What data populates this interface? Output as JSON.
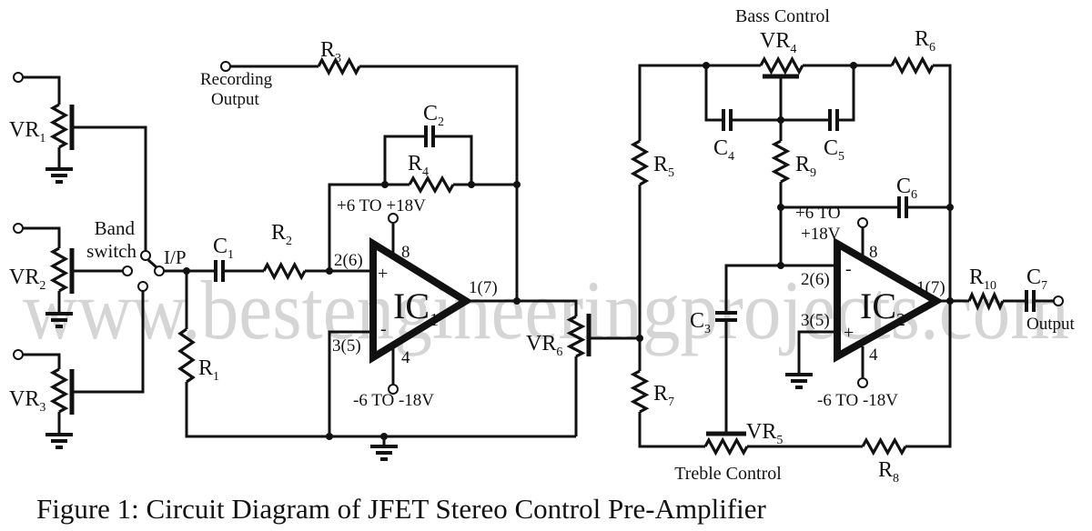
{
  "title": "Figure 1: Circuit Diagram of JFET Stereo Control Pre-Amplifier",
  "watermark": "www.bestengineeringprojects.com",
  "labels": {
    "VR1": [
      "VR",
      "1"
    ],
    "VR2": [
      "VR",
      "2"
    ],
    "VR3": [
      "VR",
      "3"
    ],
    "VR4": [
      "VR",
      "4"
    ],
    "VR5": [
      "VR",
      "5"
    ],
    "VR6": [
      "VR",
      "6"
    ],
    "R1": [
      "R",
      "1"
    ],
    "R2": [
      "R",
      "2"
    ],
    "R3": [
      "R",
      "3"
    ],
    "R4": [
      "R",
      "4"
    ],
    "R5": [
      "R",
      "5"
    ],
    "R6": [
      "R",
      "6"
    ],
    "R7": [
      "R",
      "7"
    ],
    "R8": [
      "R",
      "8"
    ],
    "R9": [
      "R",
      "9"
    ],
    "R10": [
      "R",
      "10"
    ],
    "C1": [
      "C",
      "1"
    ],
    "C2": [
      "C",
      "2"
    ],
    "C3": [
      "C",
      "3"
    ],
    "C4": [
      "C",
      "4"
    ],
    "C5": [
      "C",
      "5"
    ],
    "C6": [
      "C",
      "6"
    ],
    "C7": [
      "C",
      "7"
    ],
    "IC1": [
      "IC",
      "1"
    ],
    "IC2": [
      "IC",
      "2"
    ]
  },
  "text": {
    "band": "Band",
    "switch": "switch",
    "ip": "I/P",
    "recording": "Recording",
    "recording_output": "Output",
    "output": "Output",
    "bass_control": "Bass Control",
    "treble_control": "Treble Control",
    "ic1_vplus": "+6 TO +18V",
    "ic1_vminus": "-6 TO -18V",
    "ic2_vplus_1": "+6 TO",
    "ic2_vplus_2": "+18V",
    "ic2_vminus": "-6 TO -18V",
    "ic1_pin_in_plus": "2(6)",
    "ic1_pin_in_minus": "3(5)",
    "ic1_pin_out": "1(7)",
    "ic1_pin_8": "8",
    "ic1_pin_4": "4",
    "ic2_pin_in_minus": "2(6)",
    "ic2_pin_in_plus": "3(5)",
    "ic2_pin_out": "1(7)",
    "ic2_pin_8": "8",
    "ic2_pin_4": "4",
    "plus": "+",
    "minus": "-"
  }
}
